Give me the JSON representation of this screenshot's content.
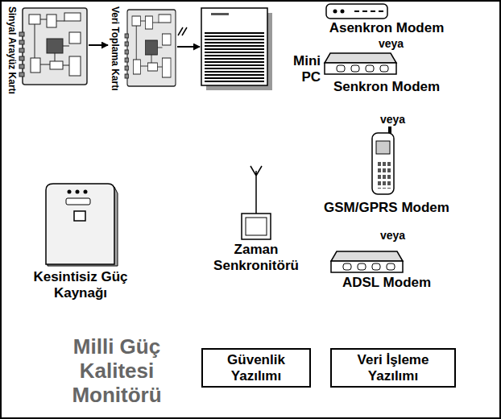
{
  "diagram": {
    "title": "Milli Güç Kalitesi Monitörü",
    "nodes": [
      {
        "text": [
          "Sinyal Arayüz Kartı"
        ]
      },
      {
        "text": [
          "Veri Toplama Kartı"
        ]
      },
      {
        "text": [
          "Mini PC"
        ]
      },
      {
        "text": [
          "Asenkron Modem"
        ]
      },
      {
        "text": [
          "Senkron Modem"
        ]
      },
      {
        "text": [
          "GSM/GPRS Modem"
        ]
      },
      {
        "text": [
          "ADSL Modem"
        ]
      },
      {
        "text": [
          "Kesintisiz Güç Kaynağı"
        ]
      },
      {
        "text": [
          "Zaman Senkronitörü"
        ]
      },
      {
        "text": [
          "Güvenlik Yazılımı"
        ]
      },
      {
        "text": [
          "Veri İşleme Yazılımı"
        ]
      }
    ],
    "edges": [
      {
        "from": 0,
        "to": 1,
        "arrow": "to"
      },
      {
        "from": 1,
        "to": 2,
        "arrow": "to"
      }
    ],
    "labels": [
      "veya",
      "veya",
      "veya"
    ]
  }
}
